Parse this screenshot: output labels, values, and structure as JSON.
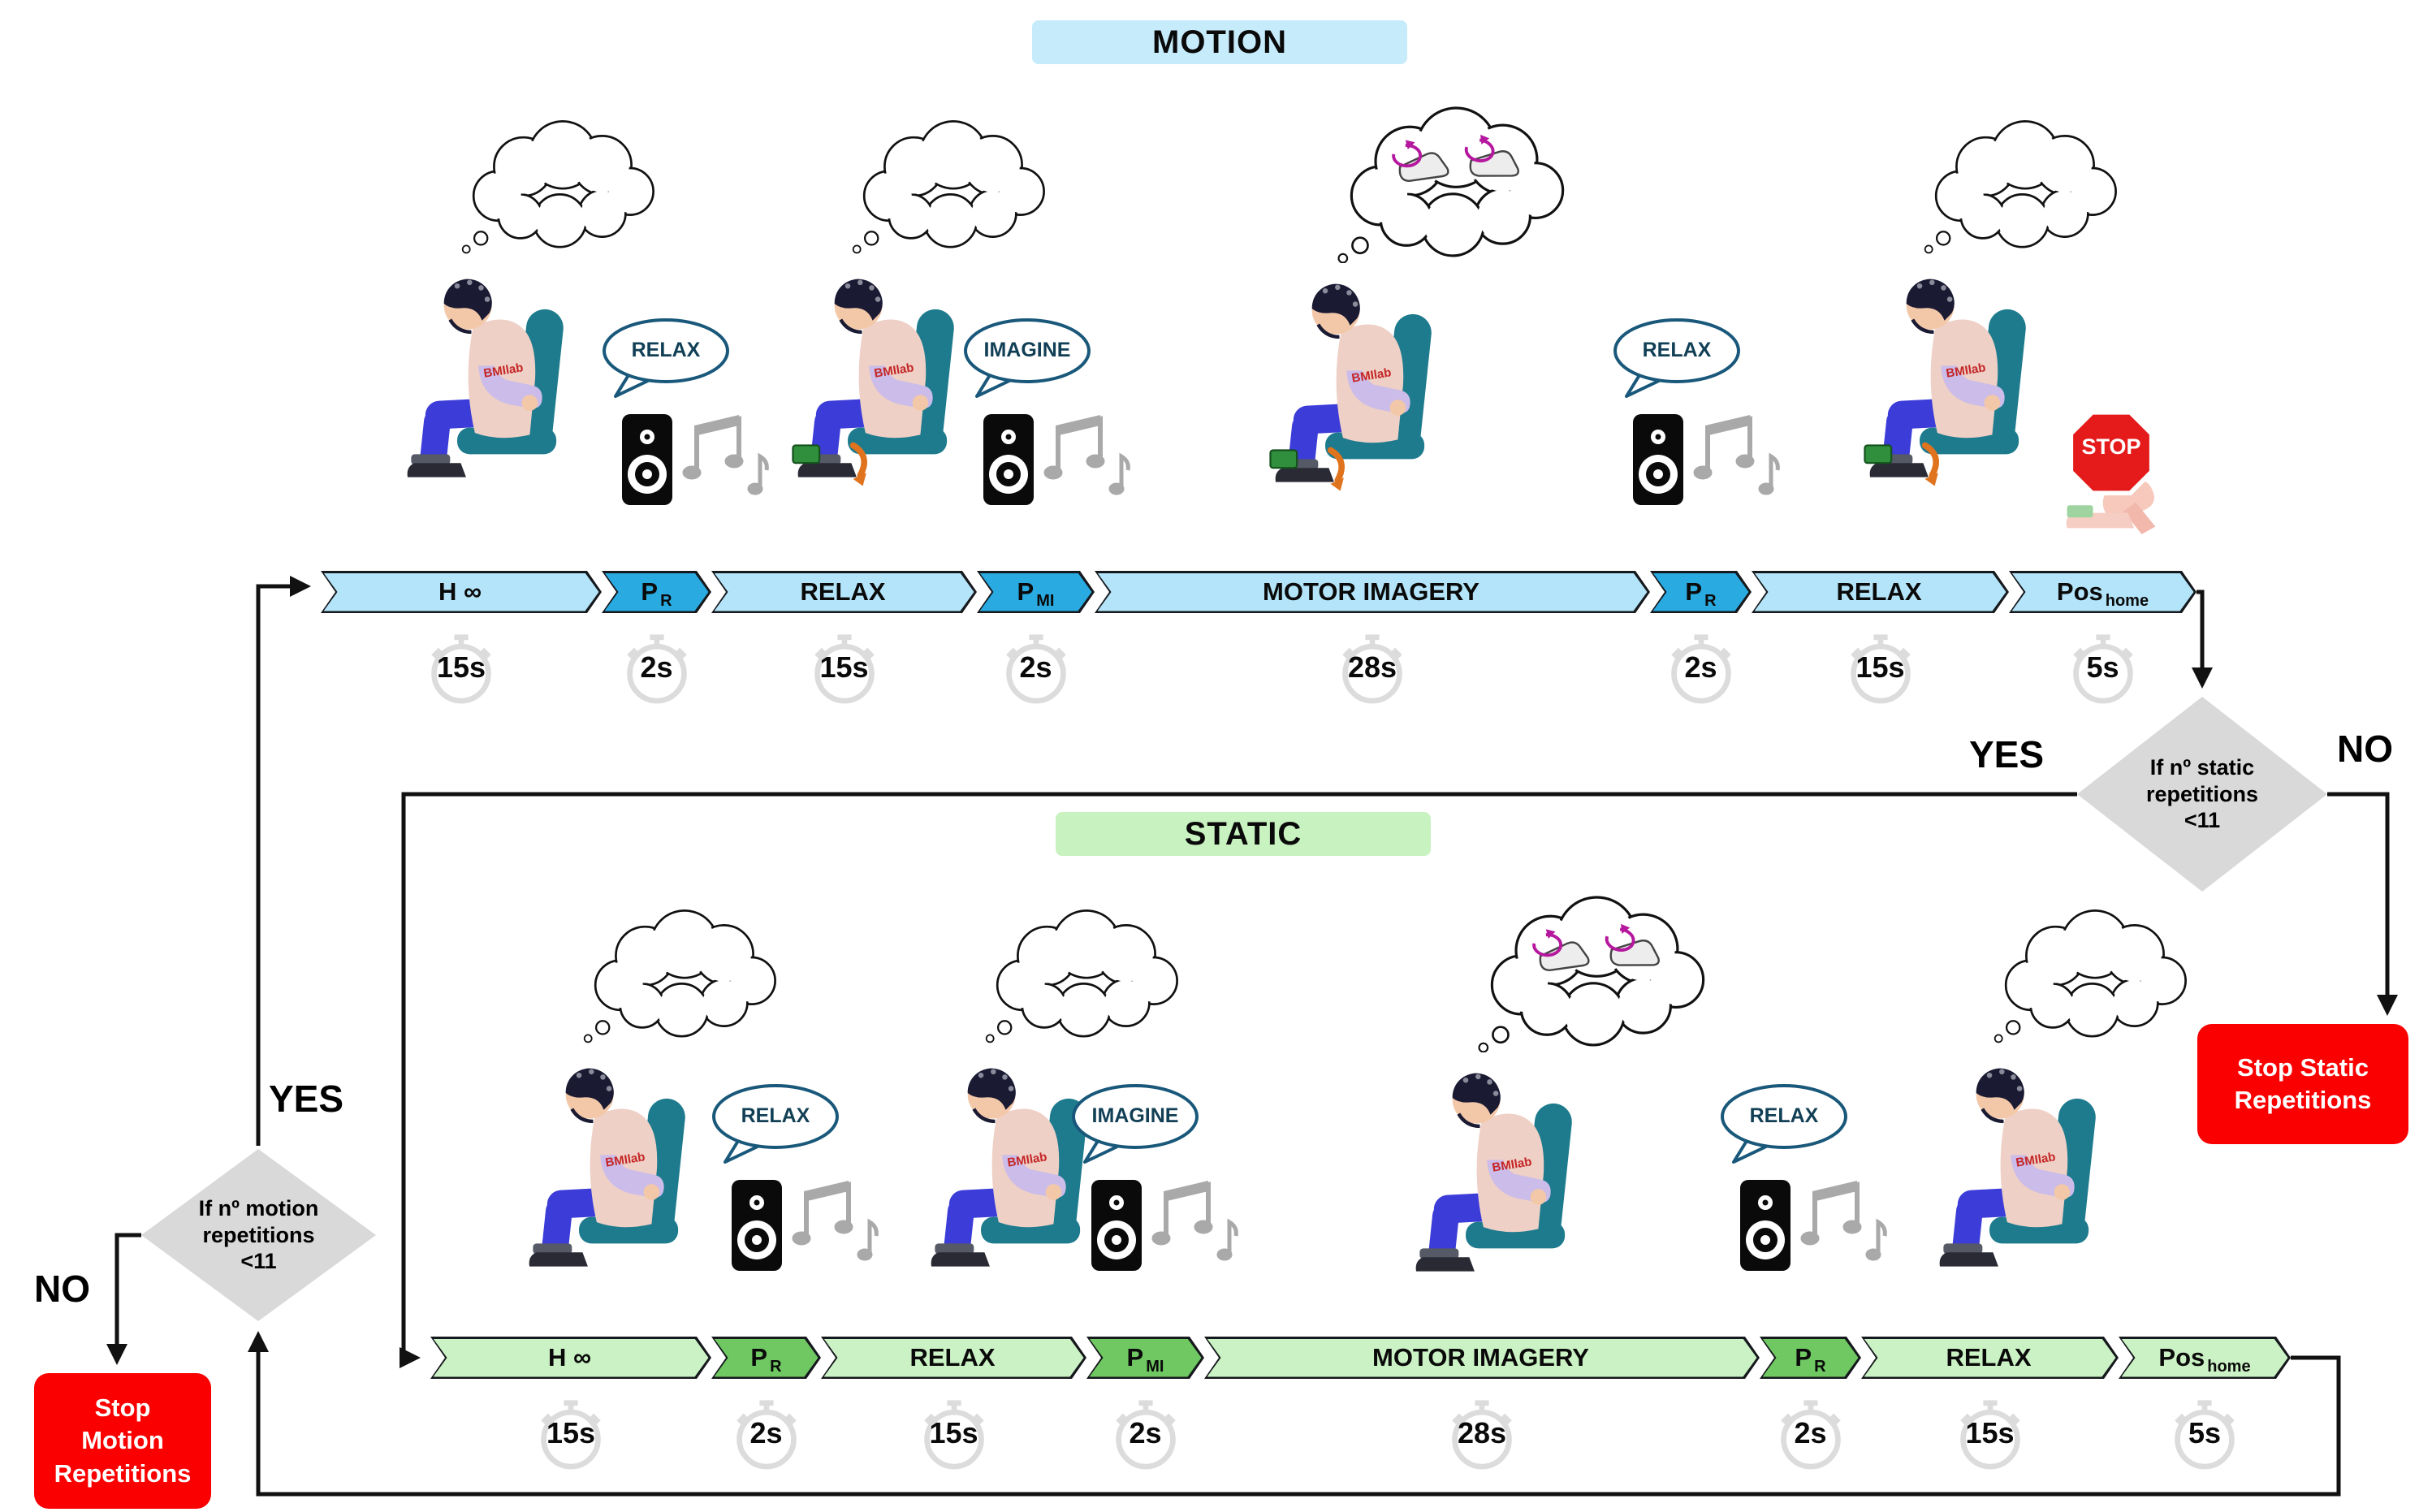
{
  "logo": "BMIlab",
  "colors": {
    "motion_base": "#b3e4f9",
    "motion_accent": "#29aae1",
    "motion_title_bg": "#c6ebfb",
    "static_base": "#cbf2c4",
    "static_accent": "#6fc862",
    "static_title_bg": "#c8f3c0",
    "stop_red": "#fa0000",
    "diamond_gray": "#d9d9d9"
  },
  "motion": {
    "title": "MOTION",
    "timeline": [
      {
        "main": "H ∞",
        "sub": "",
        "duration": "15s",
        "accent": false
      },
      {
        "main": "P",
        "sub": "R",
        "duration": "2s",
        "accent": true
      },
      {
        "main": "RELAX",
        "sub": "",
        "duration": "15s",
        "accent": false
      },
      {
        "main": "P",
        "sub": "MI",
        "duration": "2s",
        "accent": true
      },
      {
        "main": "MOTOR IMAGERY",
        "sub": "",
        "duration": "28s",
        "accent": false
      },
      {
        "main": "P",
        "sub": "R",
        "duration": "2s",
        "accent": true
      },
      {
        "main": "RELAX",
        "sub": "",
        "duration": "15s",
        "accent": false
      },
      {
        "main": "Pos",
        "sub": "home",
        "duration": "5s",
        "accent": false
      }
    ],
    "bubbles": {
      "b1": "RELAX",
      "b2": "IMAGINE",
      "b3": "RELAX"
    },
    "stop_sign": "STOP"
  },
  "static": {
    "title": "STATIC",
    "timeline": [
      {
        "main": "H ∞",
        "sub": "",
        "duration": "15s",
        "accent": false
      },
      {
        "main": "P",
        "sub": "R",
        "duration": "2s",
        "accent": true
      },
      {
        "main": "RELAX",
        "sub": "",
        "duration": "15s",
        "accent": false
      },
      {
        "main": "P",
        "sub": "MI",
        "duration": "2s",
        "accent": true
      },
      {
        "main": "MOTOR IMAGERY",
        "sub": "",
        "duration": "28s",
        "accent": false
      },
      {
        "main": "P",
        "sub": "R",
        "duration": "2s",
        "accent": true
      },
      {
        "main": "RELAX",
        "sub": "",
        "duration": "15s",
        "accent": false
      },
      {
        "main": "Pos",
        "sub": "home",
        "duration": "5s",
        "accent": false
      }
    ],
    "bubbles": {
      "b1": "RELAX",
      "b2": "IMAGINE",
      "b3": "RELAX"
    }
  },
  "decisions": {
    "static_check": {
      "line1": "If nº  static",
      "line2": "repetitions",
      "line3": "<11",
      "yes": "YES",
      "no": "NO"
    },
    "motion_check": {
      "line1": "If nº  motion",
      "line2": "repetitions",
      "line3": "<11",
      "yes": "YES",
      "no": "NO"
    }
  },
  "stop_boxes": {
    "static": {
      "line1": "Stop Static",
      "line2": "Repetitions"
    },
    "motion": {
      "line1": "Stop",
      "line2": "Motion",
      "line3": "Repetitions"
    }
  }
}
